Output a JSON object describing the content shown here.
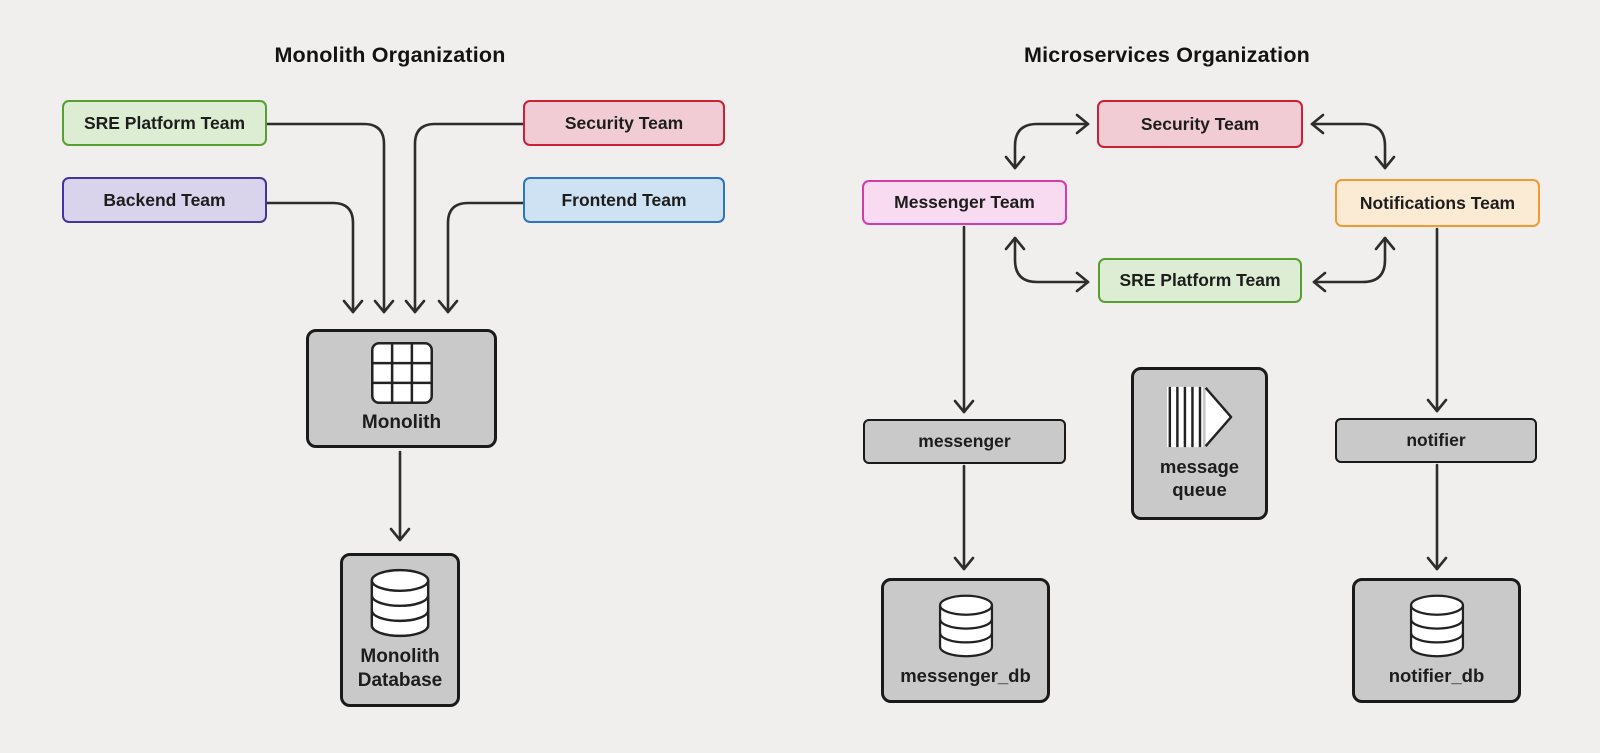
{
  "diagram": {
    "canvas": {
      "background": "#f0efee",
      "line_color": "#2d2d2d",
      "text_color": "#1d1d1d"
    },
    "node_style": {
      "fill": "#c9c9c9",
      "border": "#1a1a1a"
    },
    "left": {
      "title": "Monolith Organization",
      "teams": {
        "sre": {
          "label": "SRE Platform Team",
          "fill": "#ddedd3",
          "border": "#55a02f"
        },
        "backend": {
          "label": "Backend Team",
          "fill": "#d9d4ec",
          "border": "#45349f"
        },
        "security": {
          "label": "Security Team",
          "fill": "#f2ccd4",
          "border": "#c92136"
        },
        "frontend": {
          "label": "Frontend Team",
          "fill": "#cfe2f4",
          "border": "#2d74c4"
        }
      },
      "monolith": {
        "label": "Monolith",
        "icon": "grid-icon"
      },
      "database": {
        "label": "Monolith Database",
        "icon": "database-icon"
      }
    },
    "right": {
      "title": "Microservices Organization",
      "teams": {
        "security": {
          "label": "Security Team",
          "fill": "#f2ccd4",
          "border": "#c92136"
        },
        "messenger": {
          "label": "Messenger Team",
          "fill": "#f8dbf1",
          "border": "#d43ca8"
        },
        "notifications": {
          "label": "Notifications Team",
          "fill": "#fcebd4",
          "border": "#ef9a33"
        },
        "sre": {
          "label": "SRE Platform Team",
          "fill": "#ddedd3",
          "border": "#55a02f"
        }
      },
      "services": {
        "messenger": {
          "label": "messenger"
        },
        "notifier": {
          "label": "notifier"
        },
        "queue": {
          "label": "message queue",
          "icon": "queue-icon"
        }
      },
      "databases": {
        "messenger_db": {
          "label": "messenger_db",
          "icon": "database-icon"
        },
        "notifier_db": {
          "label": "notifier_db",
          "icon": "database-icon"
        }
      }
    }
  }
}
